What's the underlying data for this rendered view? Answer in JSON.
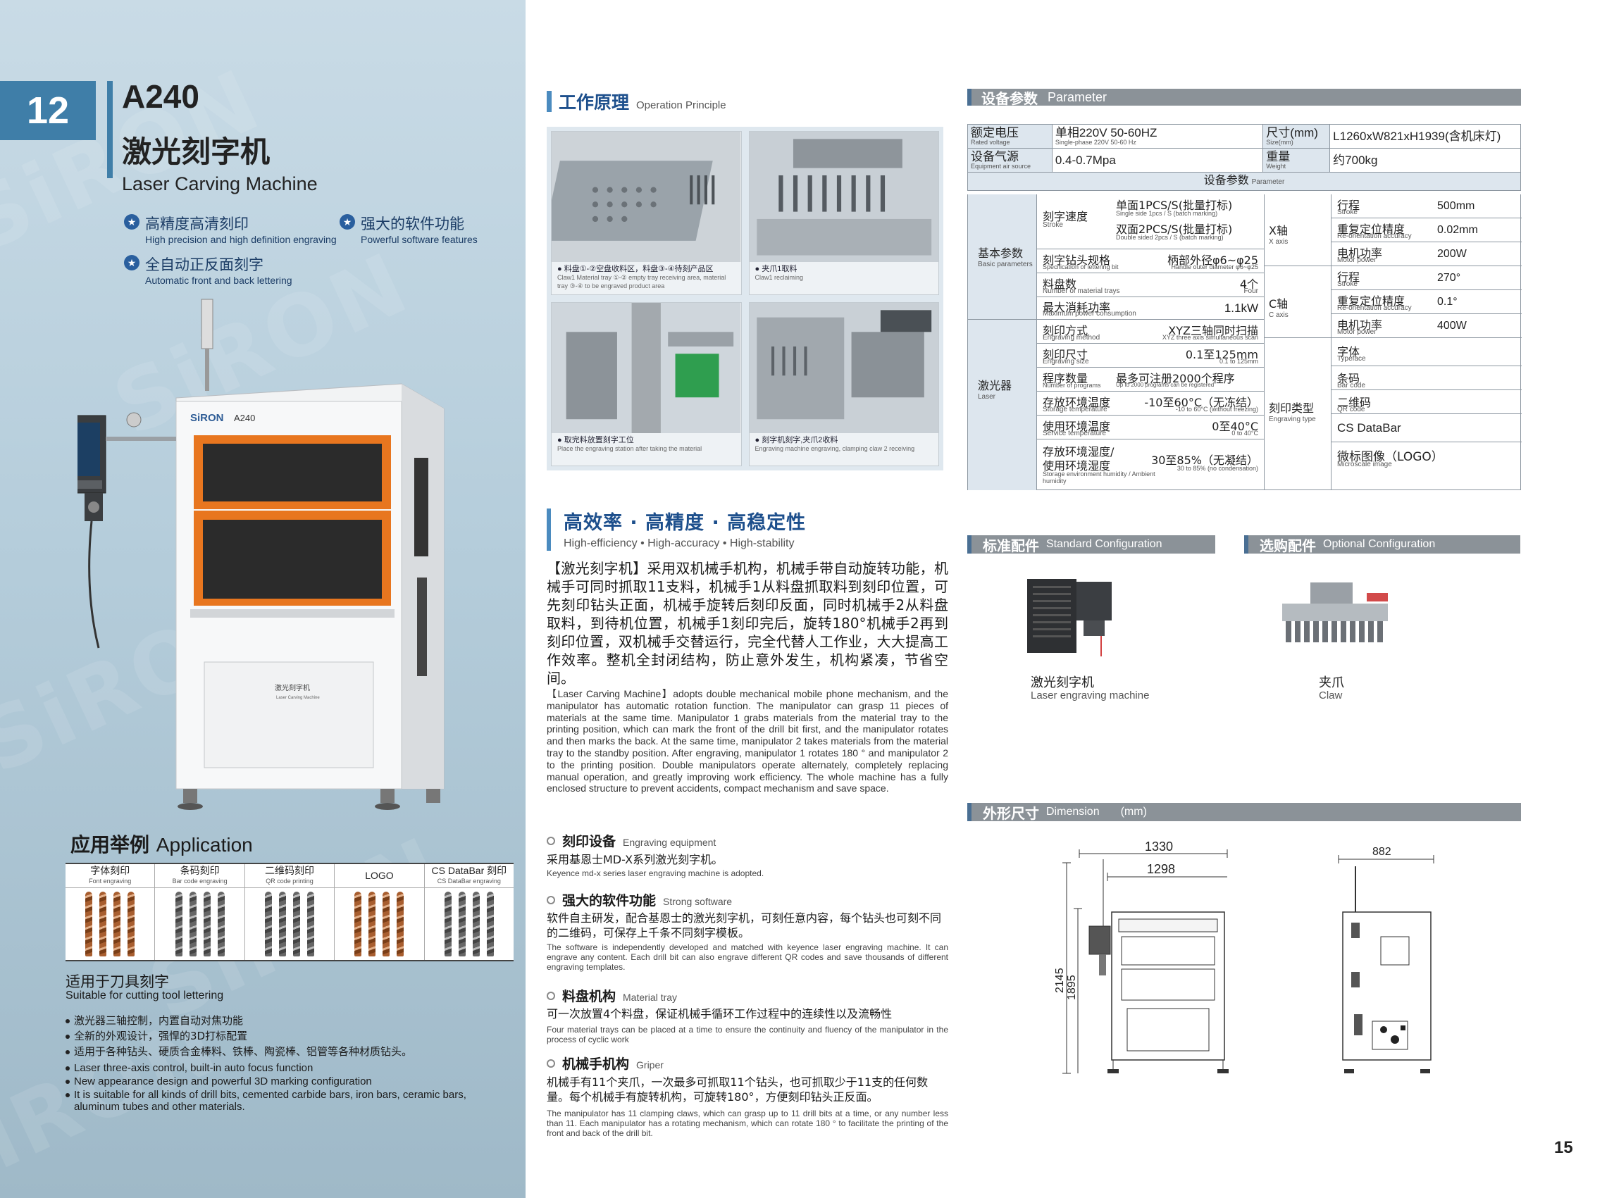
{
  "page_number_left": "12",
  "model": "A240",
  "title_cn": "激光刻字机",
  "title_en": "Laser Carving Machine",
  "features": [
    {
      "cn": "高精度高清刻印",
      "en": "High precision and high definition engraving"
    },
    {
      "cn": "强大的软件功能",
      "en": "Powerful software features"
    },
    {
      "cn": "全自动正反面刻字",
      "en": "Automatic front and back lettering"
    }
  ],
  "machine": {
    "brand": "SiRON",
    "model": "A240",
    "panel_cn": "激光刻字机",
    "panel_en": "Laser Carving Machine"
  },
  "application": {
    "title_cn": "应用举例",
    "title_en": "Application",
    "columns": [
      {
        "cn": "字体刻印",
        "en": "Font engraving",
        "gold": true
      },
      {
        "cn": "条码刻印",
        "en": "Bar code engraving",
        "gold": false
      },
      {
        "cn": "二维码刻印",
        "en": "QR code printing",
        "gold": false
      },
      {
        "cn": "LOGO",
        "en": "",
        "gold": true
      },
      {
        "cn": "CS DataBar 刻印",
        "en": "CS DataBar engraving",
        "gold": false
      }
    ],
    "suitable_cn": "适用于刀具刻字",
    "suitable_en": "Suitable for cutting tool lettering",
    "bullets_cn": [
      "激光器三轴控制，内置自动对焦功能",
      "全新的外观设计，强悍的3D打标配置",
      "适用于各种钻头、硬质合金棒料、铁棒、陶瓷棒、铝管等各种材质钻头。"
    ],
    "bullets_en": [
      "Laser three-axis control, built-in auto focus function",
      "New appearance design and powerful 3D marking configuration",
      "It is suitable for all kinds of drill bits, cemented carbide bars, iron bars, ceramic bars,",
      "aluminum tubes and other materials."
    ]
  },
  "principle": {
    "title_cn": "工作原理",
    "title_en": "Operation Principle",
    "photos": [
      {
        "cn": "● 料盘①-②空盘收料区，料盘③-④待刻产品区",
        "en": "Claw1  Material tray ①-② empty tray receiving area, material tray ③-④ to be engraved product area"
      },
      {
        "cn": "● 夹爪1取料",
        "en": "Claw1  reclaiming"
      },
      {
        "cn": "● 取完料放置刻字工位",
        "en": "Place the engraving station after taking the material"
      },
      {
        "cn": "● 刻字机刻字,夹爪2收料",
        "en": "Engraving machine engraving, clamping claw 2 receiving"
      }
    ]
  },
  "highlights": {
    "title_cn": "高效率 · 高精度 · 高稳定性",
    "title_en": "High-efficiency • High-accuracy • High-stability",
    "para_cn": "【激光刻字机】采用双机械手机构，机械手带自动旋转功能，机械手可同时抓取11支料，机械手1从料盘抓取料到刻印位置，可先刻印钻头正面，机械手旋转后刻印反面，同时机械手2从料盘取料，到待机位置，机械手1刻印完后，旋转180°机械手2再到刻印位置，双机械手交替运行，完全代替人工作业，大大提高工作效率。整机全封闭结构，防止意外发生，机构紧凑，节省空间。",
    "para_en": "【Laser Carving Machine】adopts double mechanical mobile phone mechanism, and the manipulator has automatic rotation function. The manipulator can grasp 11 pieces of materials at the same time. Manipulator 1 grabs materials from the material tray to the printing position, which can mark the front of the drill bit first, and the manipulator rotates and then marks the back. At the same time, manipulator 2 takes materials from the material tray to the standby position. After engraving, manipulator 1 rotates 180 ° and manipulator 2 to the printing position. Double manipulators operate alternately, completely replacing manual operation, and greatly improving work efficiency. The whole machine has a fully enclosed structure to prevent accidents, compact mechanism and save space."
  },
  "subsections": [
    {
      "cn": "刻印设备",
      "en": "Engraving equipment",
      "body_cn": "采用基恩士MD-X系列激光刻字机。",
      "body_en": "Keyence md-x series laser engraving machine is adopted."
    },
    {
      "cn": "强大的软件功能",
      "en": "Strong software",
      "body_cn": "软件自主研发，配合基恩士的激光刻字机，可刻任意内容，每个钻头也可刻不同的二维码，可保存上千条不同刻字模板。",
      "body_en": "The software is independently developed and matched with keyence laser engraving machine. It can engrave any content. Each drill bit can also engrave different QR codes and save thousands of different engraving templates."
    },
    {
      "cn": "料盘机构",
      "en": "Material tray",
      "body_cn": "可一次放置4个料盘，保证机械手循环工作过程中的连续性以及流畅性",
      "body_en": "Four material trays can be placed at a time to ensure the continuity and fluency of the manipulator in the process of cyclic work"
    },
    {
      "cn": "机械手机构",
      "en": "Griper",
      "body_cn": "机械手有11个夹爪，一次最多可抓取11个钻头，也可抓取少于11支的任何数量。每个机械手有旋转机构，可旋转180°，方便刻印钻头正反面。",
      "body_en": "The manipulator has 11 clamping claws, which can grasp up to 11 drill bits at a time, or any number less than 11. Each manipulator has a rotating mechanism, which can rotate 180 ° to facilitate the printing of the front and back of the drill bit."
    }
  ],
  "params": {
    "title_cn": "设备参数",
    "title_en": "Parameter",
    "rated_voltage": {
      "cn": "额定电压",
      "en": "Rated voltage",
      "val_cn": "单相220V  50-60HZ",
      "val_en": "Single-phase 220V 50-60 Hz"
    },
    "size": {
      "cn": "尺寸(mm)",
      "en": "Size(mm)",
      "val": "L1260xW821xH1939(含机床灯)"
    },
    "air": {
      "cn": "设备气源",
      "en": "Equipment air source",
      "val": "0.4-0.7Mpa"
    },
    "weight": {
      "cn": "重量",
      "en": "Weight",
      "val": "约700kg"
    },
    "mid_title_cn": "设备参数",
    "mid_title_en": "Parameter",
    "basic": {
      "cn": "基本参数",
      "en": "Basic parameters"
    },
    "speed": {
      "cn": "刻字速度",
      "en": "Stroke",
      "v1_cn": "单面1PCS/S(批量打标)",
      "v1_en": "Single side 1pcs / S (batch marking)",
      "v2_cn": "双面2PCS/S(批量打标)",
      "v2_en": "Double sided 2pcs / S (batch marking)"
    },
    "spec": {
      "cn": "刻字钻头规格",
      "en": "Specification of lettering bit",
      "v_cn": "柄部外径φ6~φ25",
      "v_en": "Handle outer diameter φ6~φ25"
    },
    "trays": {
      "cn": "料盘数",
      "en": "Number of material trays",
      "v_cn": "4个",
      "v_en": "Four"
    },
    "power": {
      "cn": "最大消耗功率",
      "en": "Maximum power consumption",
      "val": "1.1kW"
    },
    "x_axis": {
      "cn": "X轴",
      "en": "X axis"
    },
    "c_axis": {
      "cn": "C轴",
      "en": "C axis"
    },
    "x_stroke": {
      "cn": "行程",
      "en": "Stroke",
      "val": "500mm"
    },
    "x_repeat": {
      "cn": "重复定位精度",
      "en": "Re-orientation accuracy",
      "val": "0.02mm"
    },
    "x_motor": {
      "cn": "电机功率",
      "en": "Motor power",
      "val": "200W"
    },
    "c_stroke": {
      "cn": "行程",
      "en": "Stroke",
      "val": "270°"
    },
    "c_repeat": {
      "cn": "重复定位精度",
      "en": "Re-orientation accuracy",
      "val": "0.1°"
    },
    "c_motor": {
      "cn": "电机功率",
      "en": "Motor power",
      "val": "400W"
    },
    "laser": {
      "cn": "激光器",
      "en": "Laser"
    },
    "method": {
      "cn": "刻印方式",
      "en": "Engraving method",
      "v_cn": "XYZ三轴同时扫描",
      "v_en": "XYZ three axis simultaneous scan"
    },
    "esize": {
      "cn": "刻印尺寸",
      "en": "Engraving size",
      "v_cn": "0.1至125mm",
      "v_en": "0.1 to 125mm"
    },
    "programs": {
      "cn": "程序数量",
      "en": "Number of programs",
      "v_cn": "最多可注册2000个程序",
      "v_en": "Up to 2000 programs can be registered"
    },
    "storage": {
      "cn": "存放环境温度",
      "en": "Storage temperature",
      "v_cn": "-10至60°C（无冻结）",
      "v_en": "-10 to 60°C (without freezing)"
    },
    "service": {
      "cn": "使用环境温度",
      "en": "Service temperature",
      "v_cn": "0至40°C",
      "v_en": "0 to 40°C"
    },
    "humidity": {
      "cn1": "存放环境湿度/",
      "cn2": "使用环境湿度",
      "en": "Storage environment humidity / Ambient humidity",
      "v_cn": "30至85%（无凝结）",
      "v_en": "30 to 85% (no condensation)"
    },
    "etype": {
      "cn": "刻印类型",
      "en": "Engraving type"
    },
    "types": [
      {
        "cn": "字体",
        "en": "Typeface"
      },
      {
        "cn": "条码",
        "en": "Bar code"
      },
      {
        "cn": "二维码",
        "en": "QR code"
      },
      {
        "cn": "CS DataBar",
        "en": ""
      },
      {
        "cn": "微标图像（LOGO）",
        "en": "Microscale image"
      }
    ]
  },
  "standard": {
    "cn": "标准配件",
    "en": "Standard Configuration",
    "item_cn": "激光刻字机",
    "item_en": "Laser engraving machine"
  },
  "optional": {
    "cn": "选购配件",
    "en": "Optional Configuration",
    "item_cn": "夹爪",
    "item_en": "Claw"
  },
  "dimension": {
    "cn": "外形尺寸",
    "en": "Dimension",
    "unit": "(mm)",
    "w_total": "1330",
    "w_inner": "1298",
    "h_total": "2145",
    "h_inner": "1895",
    "depth": "882"
  },
  "page_number_right": "15"
}
